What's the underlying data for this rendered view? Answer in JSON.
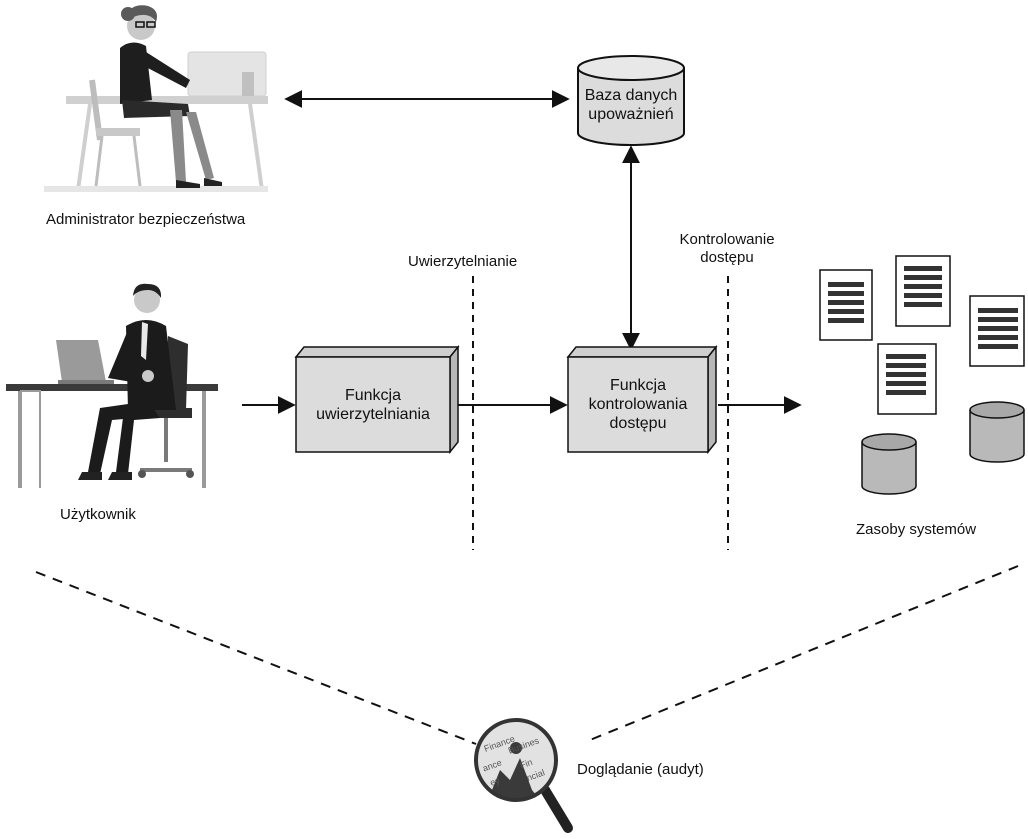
{
  "labels": {
    "admin": "Administrator bezpieczeństwa",
    "user": "Użytkownik",
    "authentication": "Uwierzytelnianie",
    "access_control_line1": "Kontrolowanie",
    "access_control_line2": "dostępu",
    "resources": "Zasoby systemów",
    "audit": "Doglądanie (audyt)"
  },
  "database": {
    "line1": "Baza danych",
    "line2": "upoważnień"
  },
  "auth_function": {
    "line1": "Funkcja",
    "line2": "uwierzytelniania"
  },
  "access_function": {
    "line1": "Funkcja",
    "line2": "kontrolowania",
    "line3": "dostępu"
  },
  "magnifier_words": [
    "Finance",
    "Busines",
    "ance",
    "ey",
    "Fin",
    "ncial"
  ],
  "colors": {
    "box_fill": "#dcdcdc",
    "box_side": "#b8b8b8",
    "stroke": "#111111",
    "dark": "#2a2a2a"
  }
}
